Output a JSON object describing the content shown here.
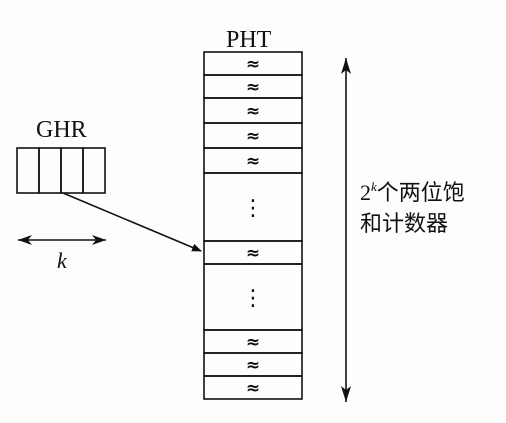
{
  "pht": {
    "title": "PHT",
    "counter_glyph": "≈",
    "ellipsis": "⋮"
  },
  "ghr": {
    "title": "GHR",
    "cells": 4
  },
  "k_label": "k",
  "counter_note": {
    "base": "2",
    "exponent": "k",
    "line1_text": "个两位饱",
    "line2_text": "和计数器"
  },
  "colors": {
    "line": "#111111",
    "background": "#fdfdfb"
  }
}
